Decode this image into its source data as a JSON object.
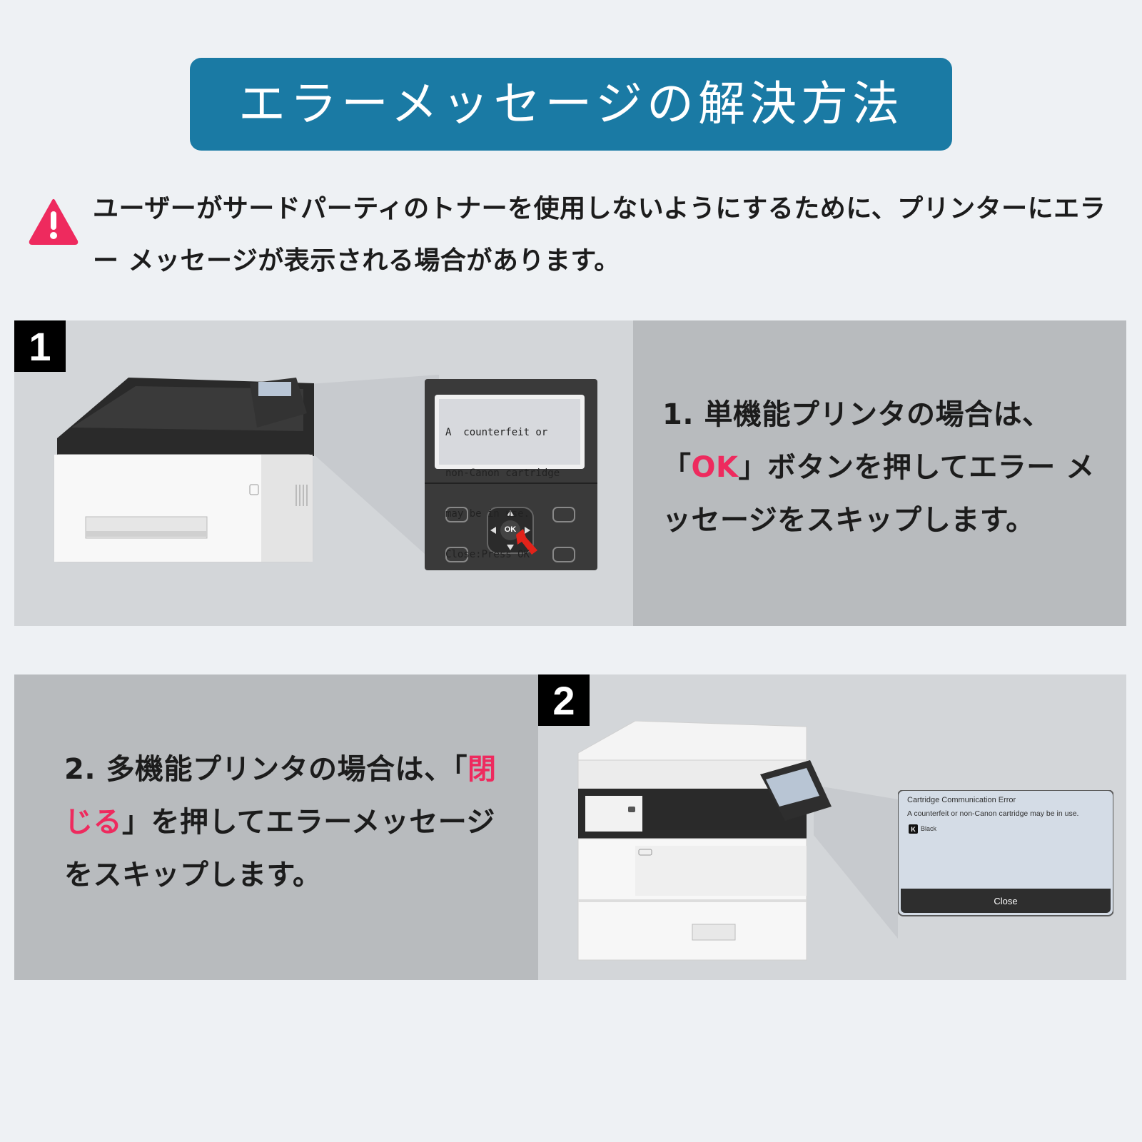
{
  "title": "エラーメッセージの解決方法",
  "warning": {
    "text": "ユーザーがサードパーティのトナーを使用しないようにするために、プリンターにエラー メッセージが表示される場合があります。"
  },
  "step1": {
    "number": "1",
    "text_before": "1. 単機能プリンタの場合は、「",
    "highlight": "OK",
    "text_after": "」ボタンを押してエラー メッセージをスキップします。",
    "lcd_lines": [
      "A  counterfeit or",
      "non-Canon cartridge",
      "may be in use.",
      "Close:Press OK"
    ],
    "ok_key": "OK"
  },
  "step2": {
    "number": "2",
    "text_before": "2. 多機能プリンタの場合は、「",
    "highlight": "閉じる",
    "text_after": "」を押してエラーメッセージをスキップします。",
    "screen_title": "Cartridge Communication Error",
    "screen_message": "A counterfeit or non-Canon cartridge may be in use.",
    "screen_color_badge": "K",
    "screen_color_name": "Black",
    "close_button": "Close"
  },
  "colors": {
    "banner": "#1a7aa4",
    "highlight": "#ee2a5e",
    "warning_icon": "#ee2a5e"
  }
}
